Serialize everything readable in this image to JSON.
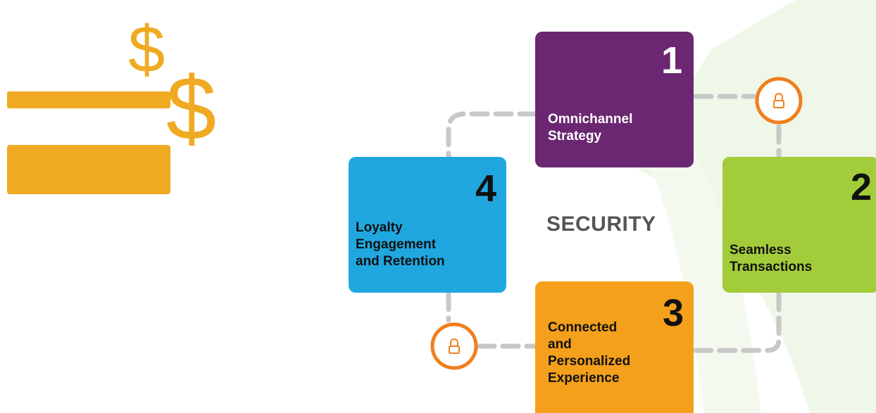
{
  "center": {
    "title": "SECURITY"
  },
  "steps": [
    {
      "number": "1",
      "label": "Omnichannel\nStrategy",
      "color": "#6b2771",
      "text_color": "#ffffff"
    },
    {
      "number": "2",
      "label": "Seamless\nTransactions",
      "color": "#a3cc3a",
      "text_color": "#ffffff"
    },
    {
      "number": "3",
      "label": "Connected\nand\nPersonalized\nExperience",
      "color": "#f4a01c",
      "text_color": "#111111"
    },
    {
      "number": "4",
      "label": "Loyalty\nEngagement\nand Retention",
      "color": "#21a7e0",
      "text_color": "#111111"
    }
  ],
  "icons": {
    "payment": "credit-card-dollar-icon",
    "lock": "padlock-icon"
  },
  "colors": {
    "card_icon": "#f0aa22",
    "lock_ring": "#f07f1d",
    "connector": "#c8c8c8",
    "background_arc": "#eef7e8"
  }
}
